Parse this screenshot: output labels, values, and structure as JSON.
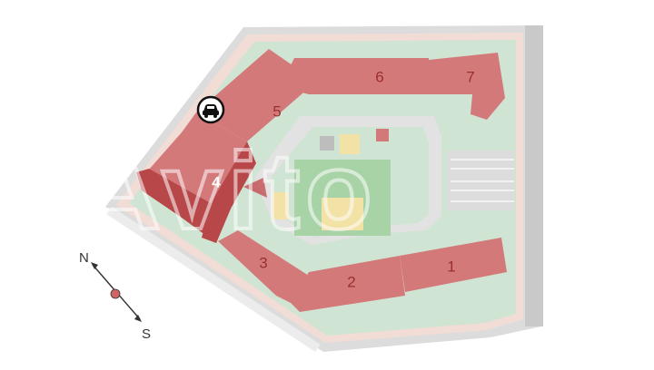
{
  "buildings": [
    {
      "id": "1",
      "label": "1"
    },
    {
      "id": "2",
      "label": "2"
    },
    {
      "id": "3",
      "label": "3"
    },
    {
      "id": "4",
      "label": "4"
    },
    {
      "id": "5",
      "label": "5"
    },
    {
      "id": "6",
      "label": "6"
    },
    {
      "id": "7",
      "label": "7"
    }
  ],
  "compass": {
    "north": "N",
    "south": "S"
  },
  "icons": {
    "parking": "car-icon"
  },
  "watermark": "Avito",
  "colors": {
    "building": "#d4797a",
    "building_dark": "#b8474a",
    "road": "#dcdcdc",
    "road_dark": "#c7c7c7",
    "lawn": "#cfe4d3",
    "sidewalk": "#f1dcd6",
    "playground": "#f2e2a6",
    "sport": "#a8d3a6",
    "compass_dot": "#d06464"
  }
}
